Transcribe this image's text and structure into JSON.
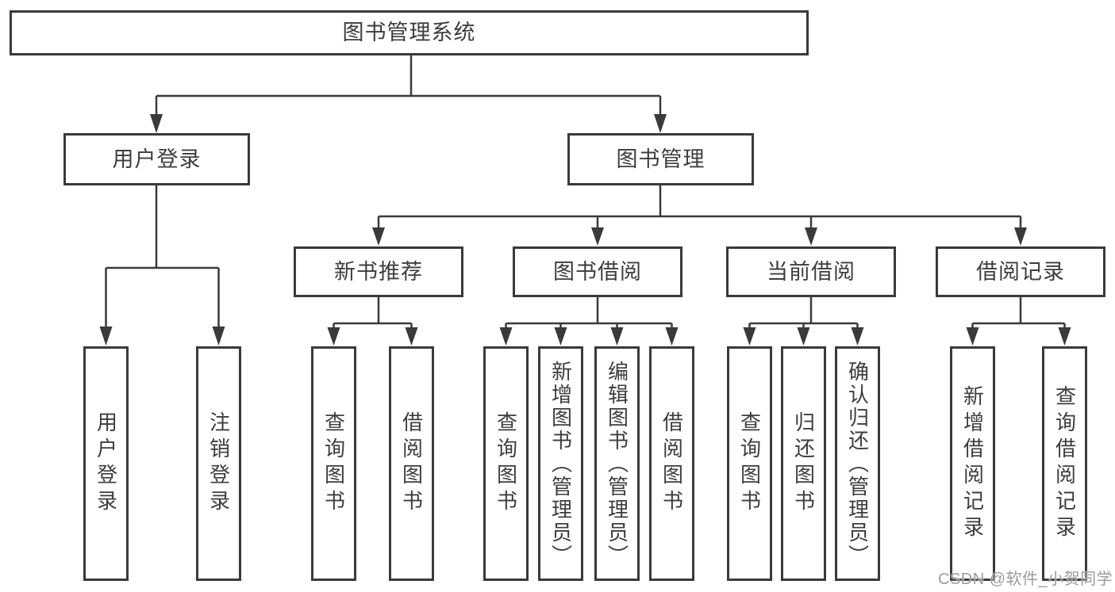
{
  "colors": {
    "line": "#3a3a3a",
    "box_border": "#3a3a3a",
    "text": "#3d3d3d",
    "watermark": "#9b9b9b",
    "background": "#ffffff"
  },
  "watermark": {
    "text": "CSDN @软件_小贺同学"
  },
  "tree": {
    "label": "图书管理系统",
    "children": [
      {
        "label": "用户登录",
        "children": [
          {
            "label": "用户登录"
          },
          {
            "label": "注销登录"
          }
        ]
      },
      {
        "label": "图书管理",
        "children": [
          {
            "label": "新书推荐",
            "children": [
              {
                "label": "查询图书"
              },
              {
                "label": "借阅图书"
              }
            ]
          },
          {
            "label": "图书借阅",
            "children": [
              {
                "label": "查询图书"
              },
              {
                "label": "新增图书（管理员）"
              },
              {
                "label": "编辑图书（管理员）"
              },
              {
                "label": "借阅图书"
              }
            ]
          },
          {
            "label": "当前借阅",
            "children": [
              {
                "label": "查询图书"
              },
              {
                "label": "归还图书"
              },
              {
                "label": "确认归还（管理员）"
              }
            ]
          },
          {
            "label": "借阅记录",
            "children": [
              {
                "label": "新增借阅记录"
              },
              {
                "label": "查询借阅记录"
              }
            ]
          }
        ]
      }
    ]
  }
}
